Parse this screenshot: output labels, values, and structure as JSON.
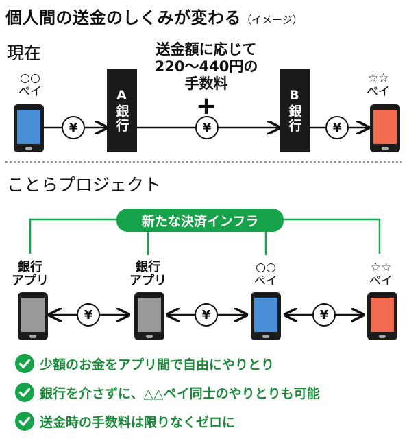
{
  "title": "個人間の送金のしくみが変わる",
  "subtitle": "（イメージ）",
  "current": {
    "heading": "現在",
    "left_app": {
      "label1": "○○",
      "label2": "ペイ",
      "color": "#4a90d9"
    },
    "right_app": {
      "label1": "☆☆",
      "label2": "ペイ",
      "color": "#f26a4f"
    },
    "bank_a": "A銀行",
    "bank_b": "B銀行",
    "fee_line1": "送金額に応じて",
    "fee_line2": "220〜440円の",
    "fee_line3": "手数料",
    "plus": "+",
    "yen": "¥"
  },
  "project": {
    "heading": "ことらプロジェクト",
    "infra": "新たな決済インフラ",
    "apps": [
      {
        "label1": "銀行",
        "label2": "アプリ",
        "color": "#9a9a9a"
      },
      {
        "label1": "銀行",
        "label2": "アプリ",
        "color": "#9a9a9a"
      },
      {
        "label1": "○○",
        "label2": "ペイ",
        "color": "#4a90d9"
      },
      {
        "label1": "☆☆",
        "label2": "ペイ",
        "color": "#f26a4f"
      }
    ],
    "yen": "¥"
  },
  "benefits": [
    "少額のお金をアプリ間で自由にやりとり",
    "銀行を介さずに、△△ペイ同士のやりとりも可能",
    "送金時の手数料は限りなくゼロに"
  ],
  "colors": {
    "accent": "#16a34a",
    "blue_app": "#4a90d9",
    "orange_app": "#f26a4f",
    "bank_app": "#9a9a9a"
  }
}
